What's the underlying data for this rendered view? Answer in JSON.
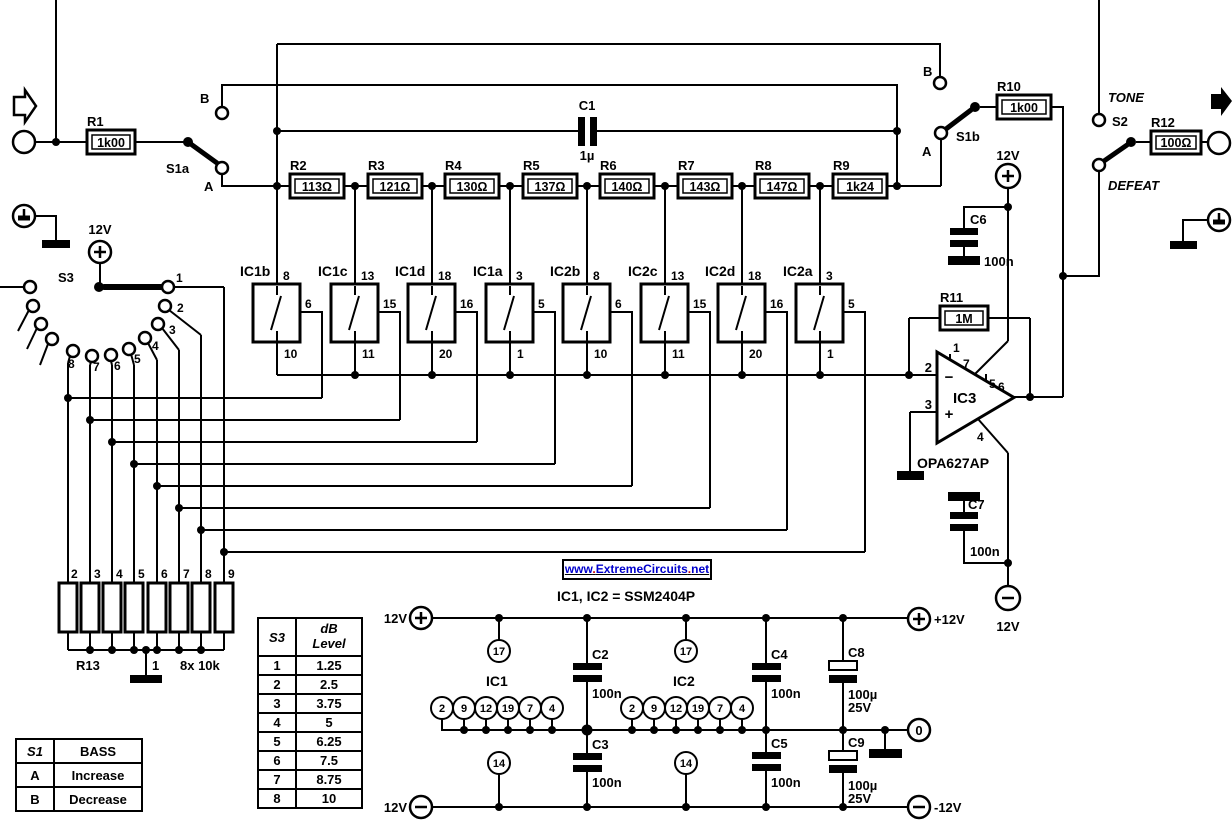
{
  "resistors": {
    "r1": {
      "name": "R1",
      "value": "1k00"
    },
    "r10": {
      "name": "R10",
      "value": "1k00"
    },
    "r11": {
      "name": "R11",
      "value": "1M"
    },
    "r12": {
      "name": "R12",
      "value": "100Ω"
    },
    "chain": [
      {
        "name": "R2",
        "value": "113Ω"
      },
      {
        "name": "R3",
        "value": "121Ω"
      },
      {
        "name": "R4",
        "value": "130Ω"
      },
      {
        "name": "R5",
        "value": "137Ω"
      },
      {
        "name": "R6",
        "value": "140Ω"
      },
      {
        "name": "R7",
        "value": "143Ω"
      },
      {
        "name": "R8",
        "value": "147Ω"
      },
      {
        "name": "R9",
        "value": "1k24"
      }
    ],
    "r13": {
      "name": "R13",
      "common_pin": "1",
      "value": "8x 10k",
      "pins": [
        "2",
        "3",
        "4",
        "5",
        "6",
        "7",
        "8",
        "9"
      ]
    }
  },
  "capacitors": {
    "c1": {
      "name": "C1",
      "value": "1µ"
    },
    "c2": {
      "name": "C2",
      "value": "100n"
    },
    "c3": {
      "name": "C3",
      "value": "100n"
    },
    "c4": {
      "name": "C4",
      "value": "100n"
    },
    "c5": {
      "name": "C5",
      "value": "100n"
    },
    "c6": {
      "name": "C6",
      "value": "100n"
    },
    "c7": {
      "name": "C7",
      "value": "100n"
    },
    "c8": {
      "name": "C8",
      "value": "100µ",
      "voltage": "25V"
    },
    "c9": {
      "name": "C9",
      "value": "100µ",
      "voltage": "25V"
    }
  },
  "switch_ics": [
    {
      "name": "IC1b",
      "pin_top": "8",
      "pin_right": "6",
      "pin_bottom": "10"
    },
    {
      "name": "IC1c",
      "pin_top": "13",
      "pin_right": "15",
      "pin_bottom": "11"
    },
    {
      "name": "IC1d",
      "pin_top": "18",
      "pin_right": "16",
      "pin_bottom": "20"
    },
    {
      "name": "IC1a",
      "pin_top": "3",
      "pin_right": "5",
      "pin_bottom": "1"
    },
    {
      "name": "IC2b",
      "pin_top": "8",
      "pin_right": "6",
      "pin_bottom": "10"
    },
    {
      "name": "IC2c",
      "pin_top": "13",
      "pin_right": "15",
      "pin_bottom": "11"
    },
    {
      "name": "IC2d",
      "pin_top": "18",
      "pin_right": "16",
      "pin_bottom": "20"
    },
    {
      "name": "IC2a",
      "pin_top": "3",
      "pin_right": "5",
      "pin_bottom": "1"
    }
  ],
  "opamp": {
    "name": "IC3",
    "part": "OPA627AP",
    "pin_inv": "2",
    "pin_noninv": "3",
    "pin_out": "6",
    "pin_1": "1",
    "pin_5": "5",
    "pin_7": "7",
    "pin_4": "4",
    "minus": "−",
    "plus": "+"
  },
  "s1": {
    "s1a": "S1a",
    "s1b": "S1b",
    "a": "A",
    "b": "B"
  },
  "s2": {
    "name": "S2",
    "tone": "TONE",
    "defeat": "DEFEAT"
  },
  "s3": {
    "name": "S3",
    "supply": "12V",
    "positions": [
      "1",
      "2",
      "3",
      "4",
      "5",
      "6",
      "7",
      "8"
    ]
  },
  "power": {
    "v12": "12V",
    "rail_pos": "+12V",
    "rail_zero": "0",
    "rail_neg": "-12V",
    "note": "IC1, IC2  =   SSM2404P",
    "ic1": "IC1",
    "ic2": "IC2",
    "pin17": "17",
    "pin14": "14",
    "pins": [
      "2",
      "9",
      "12",
      "19",
      "7",
      "4"
    ]
  },
  "tables": {
    "s1": {
      "h1": "S1",
      "h2": "BASS",
      "rows": [
        [
          "A",
          "Increase"
        ],
        [
          "B",
          "Decrease"
        ]
      ]
    },
    "s3": {
      "h1": "S3",
      "h2a": "dB",
      "h2b": "Level",
      "rows": [
        [
          "1",
          "1.25"
        ],
        [
          "2",
          "2.5"
        ],
        [
          "3",
          "3.75"
        ],
        [
          "4",
          "5"
        ],
        [
          "5",
          "6.25"
        ],
        [
          "6",
          "7.5"
        ],
        [
          "7",
          "8.75"
        ],
        [
          "8",
          "10"
        ]
      ]
    }
  },
  "badge": {
    "p1": "www",
    "d1": ".",
    "p2": "ExtremeCircuits",
    "d2": ".",
    "p3": "net"
  },
  "colors": {
    "wire": "#000000",
    "badge_blue": "#0000cc",
    "badge_red": "#cc0000",
    "background": "#ffffff"
  }
}
